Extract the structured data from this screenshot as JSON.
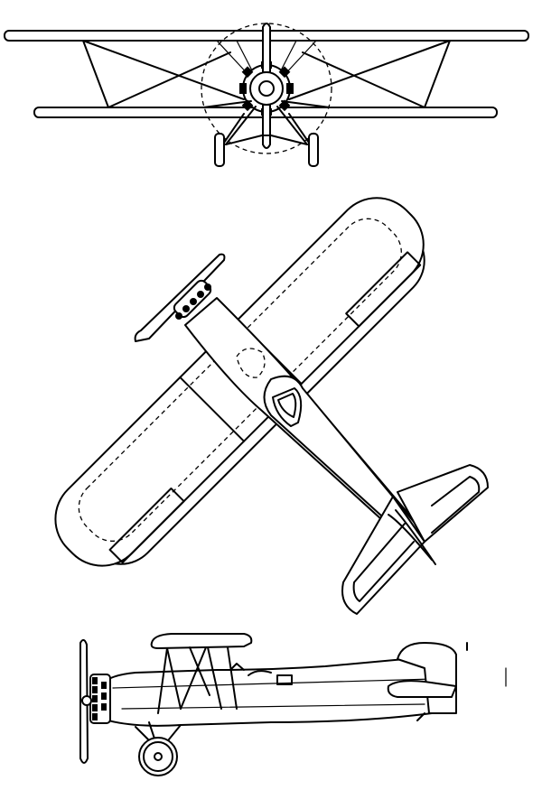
{
  "drawing": {
    "views": [
      {
        "view": "front",
        "icon": "biplane-front-view-icon"
      },
      {
        "view": "top",
        "icon": "biplane-top-view-icon"
      },
      {
        "view": "side",
        "icon": "biplane-side-view-icon"
      }
    ],
    "line_color": "#000000",
    "background": "#ffffff"
  }
}
